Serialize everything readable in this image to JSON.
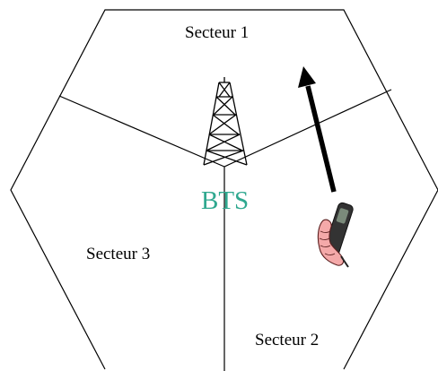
{
  "diagram": {
    "sectors": [
      {
        "label": "Secteur 1"
      },
      {
        "label": "Secteur 2"
      },
      {
        "label": "Secteur 3"
      }
    ],
    "bts_label": "BTS"
  },
  "colors": {
    "lines": "#000000",
    "bts_text": "#2fa88f",
    "hand_fill": "#f4a9a9",
    "hand_outline": "#5a1f1f",
    "phone_body": "#333333",
    "phone_screen": "#7a8a7a",
    "arrow": "#000000"
  },
  "icons": {
    "tower": "bts-tower-icon",
    "phone": "hand-holding-phone-icon",
    "arrow": "movement-arrow-icon"
  }
}
